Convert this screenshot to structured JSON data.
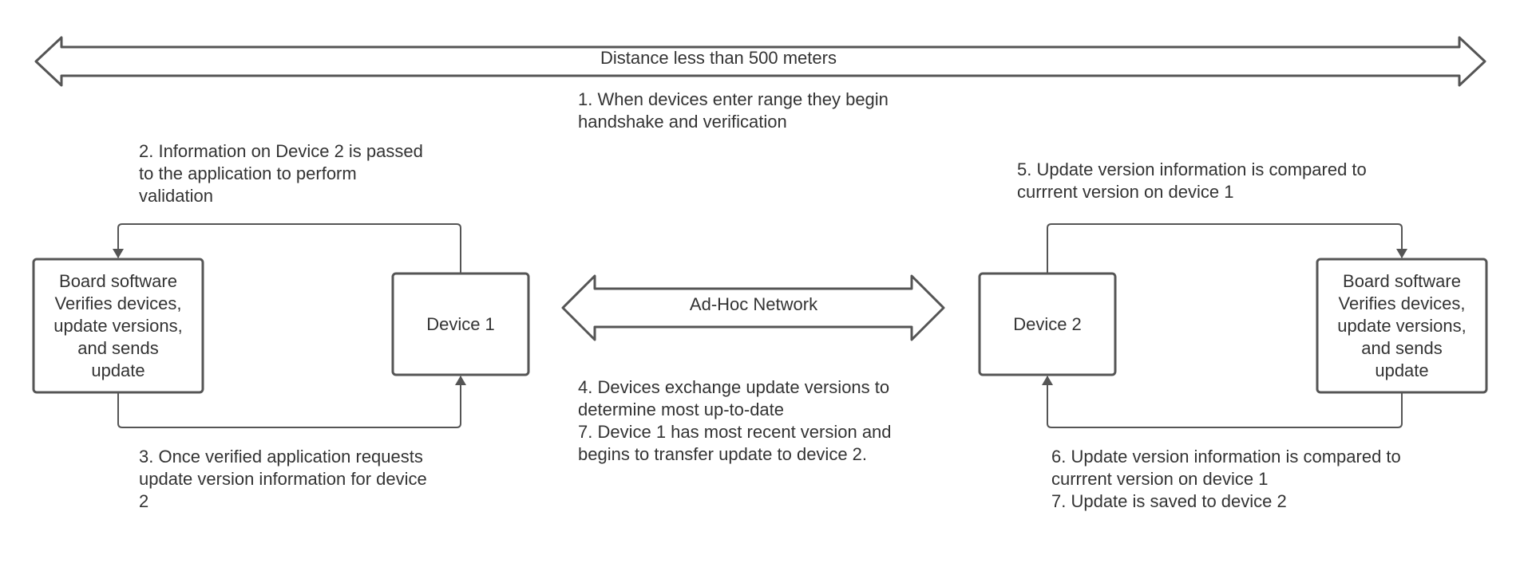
{
  "distance_arrow": {
    "label": "Distance less than 500 meters"
  },
  "network_arrow": {
    "label": "Ad-Hoc Network"
  },
  "left_board": {
    "lines": [
      "Board software",
      "Verifies devices,",
      "update versions,",
      "and sends",
      "update"
    ]
  },
  "device1": {
    "label": "Device 1"
  },
  "device2": {
    "label": "Device 2"
  },
  "right_board": {
    "lines": [
      "Board software",
      "Verifies devices,",
      "update versions,",
      "and sends",
      "update"
    ]
  },
  "steps": {
    "step1": [
      "1. When devices enter range they begin",
      "handshake and verification"
    ],
    "step2": [
      "2. Information on Device 2 is passed",
      "to the application to perform",
      "validation"
    ],
    "step3": [
      "3. Once verified application requests",
      "update version information for device",
      "2"
    ],
    "step4_7": [
      "4. Devices exchange update versions to",
      "determine most up-to-date",
      "7. Device 1 has most recent version and",
      "begins to transfer update to device 2."
    ],
    "step5": [
      "5. Update version information is compared to",
      "currrent version on device 1"
    ],
    "step6_7": [
      "6. Update version information is compared to",
      "currrent version on device 1",
      "7. Update is saved to device 2"
    ]
  },
  "colors": {
    "stroke": "#555555",
    "text": "#333333",
    "background": "#ffffff"
  }
}
